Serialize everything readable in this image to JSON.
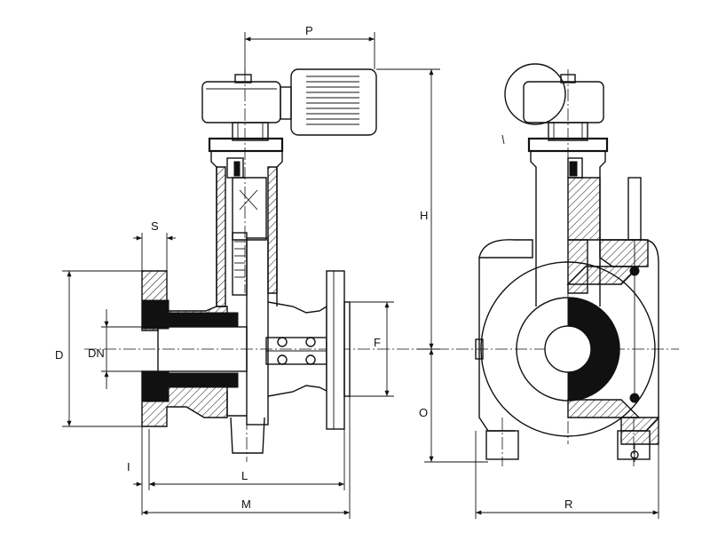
{
  "dimensions": {
    "P": "P",
    "S": "S",
    "H": "H",
    "D": "D",
    "DN": "DN",
    "F": "F",
    "O": "O",
    "I": "I",
    "L": "L",
    "M": "M",
    "R": "R"
  }
}
